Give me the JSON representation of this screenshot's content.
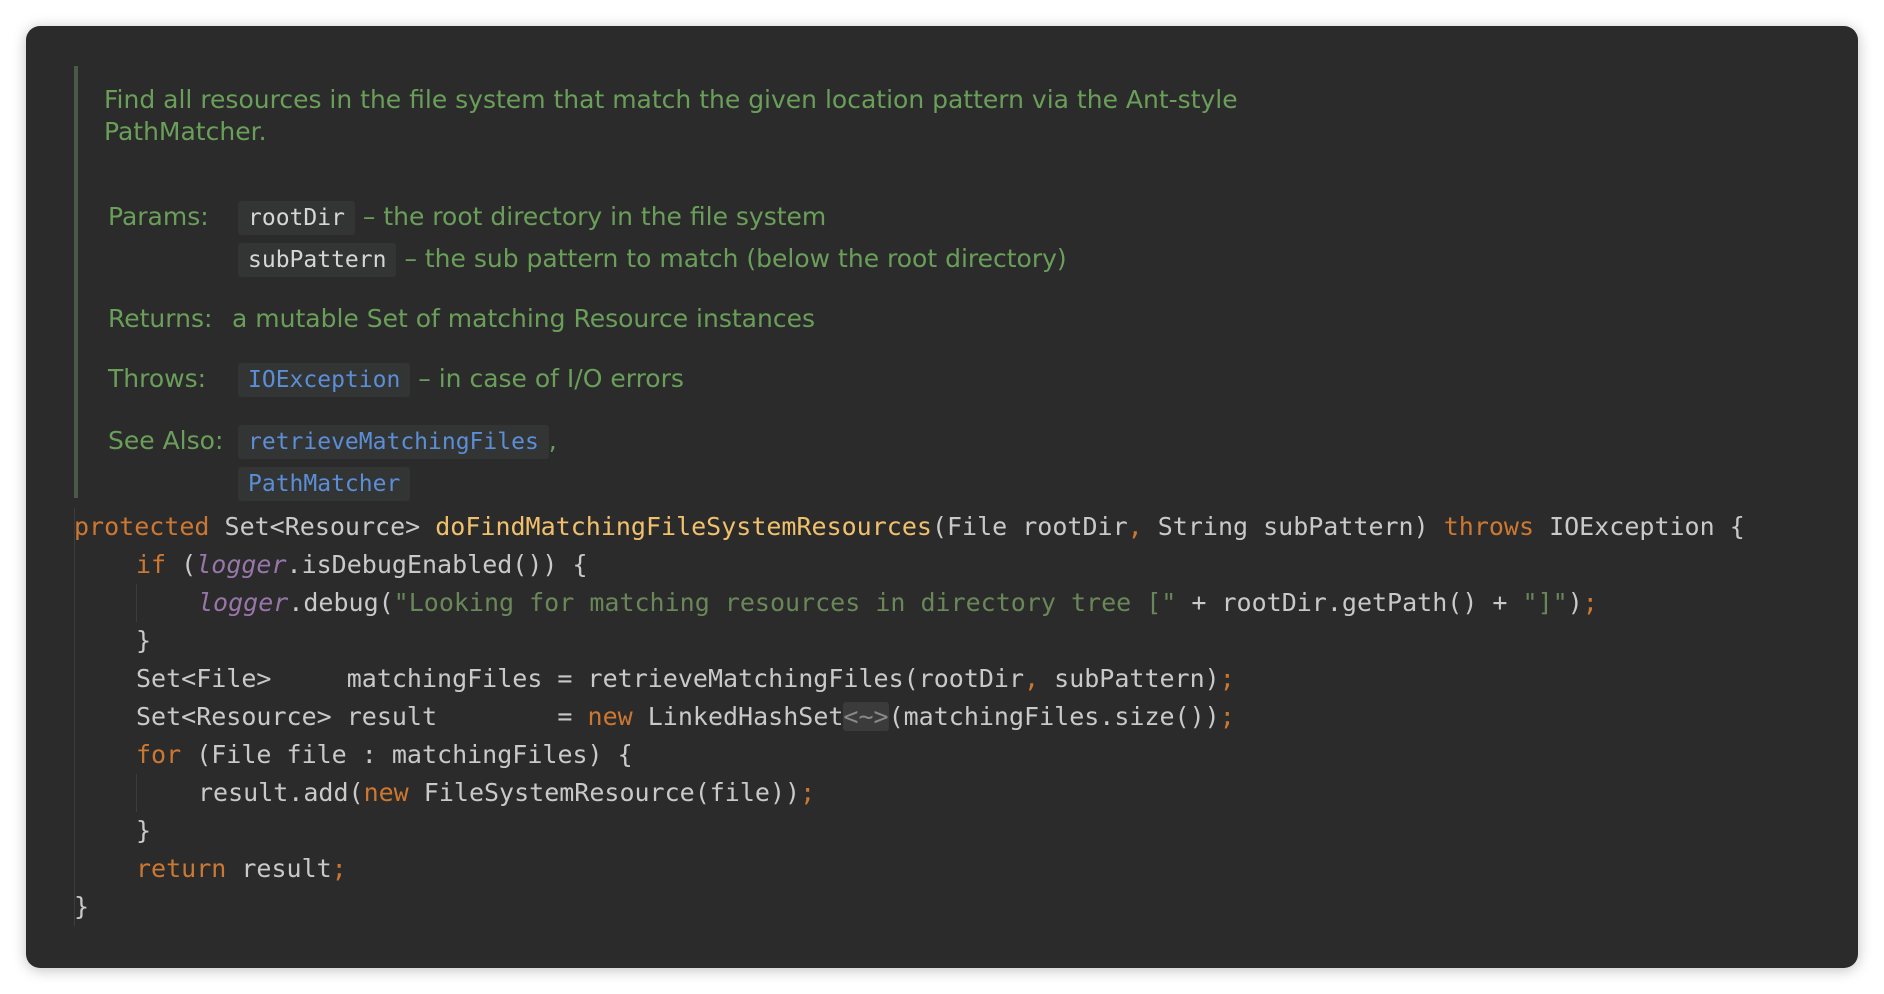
{
  "doc": {
    "description_line1": "Find all resources in the file system that match the given location pattern via the Ant-style",
    "description_line2": "PathMatcher.",
    "params_label": "Params:",
    "params": [
      {
        "name": "rootDir",
        "desc": "– the root directory in the file system"
      },
      {
        "name": "subPattern",
        "desc": "– the sub pattern to match (below the root directory)"
      }
    ],
    "returns_label": "Returns:",
    "returns_text": "a mutable Set of matching Resource instances",
    "throws_label": "Throws:",
    "throws_name": "IOException",
    "throws_desc": "– in case of I/O errors",
    "see_also_label": "See Also:",
    "see_also": [
      "retrieveMatchingFiles",
      "PathMatcher"
    ],
    "see_also_separator": ","
  },
  "code": {
    "l1": {
      "kw_protected": "protected",
      "ret_type": " Set<Resource> ",
      "method": "doFindMatchingFileSystemResources",
      "params": "(File rootDir",
      "comma": ",",
      "params2": " String subPattern) ",
      "kw_throws": "throws",
      "tail": " IOException {"
    },
    "l2": {
      "kw_if": "if",
      "p1": " (",
      "logger": "logger",
      "p2": ".isDebugEnabled()) {"
    },
    "l3": {
      "logger": "logger",
      "p1": ".debug(",
      "str1": "\"Looking for matching resources in directory tree [\"",
      "p2": " + rootDir.getPath() + ",
      "str2": "\"]\"",
      "p3": ")",
      "semi": ";"
    },
    "l4": {
      "brace": "}"
    },
    "l5": {
      "p1": "Set<File>     matchingFiles = retrieveMatchingFiles(rootDir",
      "comma": ",",
      "p2": " subPattern)",
      "semi": ";"
    },
    "l6": {
      "p1": "Set<Resource> result        = ",
      "kw_new": "new",
      "p2": " LinkedHashSet",
      "hint": "<~>",
      "p3": "(matchingFiles.size())",
      "semi": ";"
    },
    "l7": {
      "kw_for": "for",
      "p1": " (File file : matchingFiles) {"
    },
    "l8": {
      "p1": "result.add(",
      "kw_new": "new",
      "p2": " FileSystemResource(file))",
      "semi": ";"
    },
    "l9": {
      "brace": "}"
    },
    "l10": {
      "kw_return": "return",
      "p1": " result",
      "semi": ";"
    },
    "l11": {
      "brace": "}"
    }
  },
  "colors": {
    "background": "#2b2b2b",
    "doc_text": "#6a9f59",
    "keyword": "#cc7832",
    "method": "#f0c06c",
    "field_italic": "#9876aa",
    "string": "#6a8759",
    "link": "#5b8ed6"
  }
}
